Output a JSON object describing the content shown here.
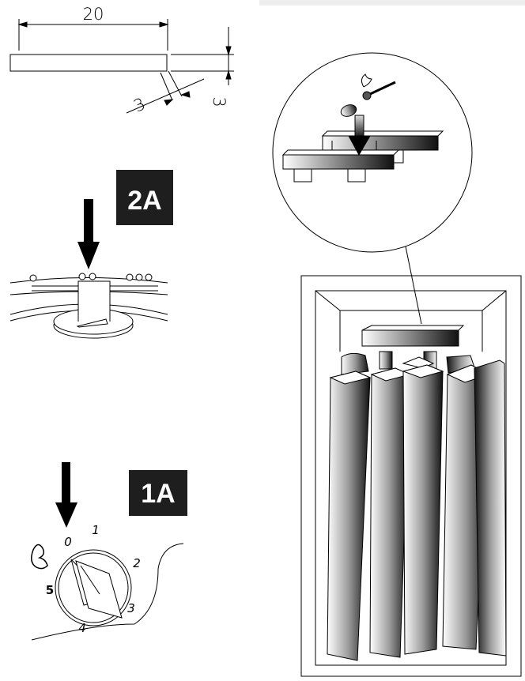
{
  "dimensions": {
    "length": "20",
    "width": "3",
    "height": "3"
  },
  "step_labels": {
    "step_2a": "2A",
    "step_1a": "1A"
  },
  "knob": {
    "positions": [
      "0",
      "1",
      "2",
      "3",
      "4",
      "5"
    ]
  },
  "colors": {
    "line": "#000000",
    "label_bg": "#1e1e1e",
    "label_text": "#ffffff",
    "header_bar": "#eeeeee"
  }
}
